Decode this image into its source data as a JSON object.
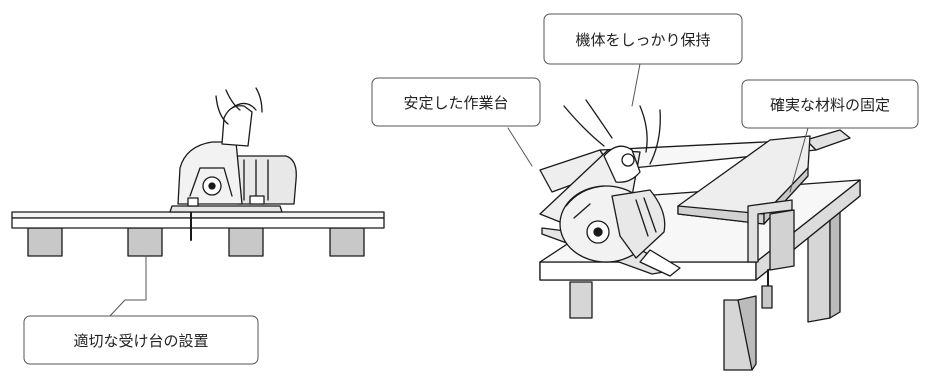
{
  "callouts": {
    "stable_workbench": "安定した作業台",
    "hold_tool_firmly": "機体をしっかり保持",
    "secure_clamping": "確実な材料の固定",
    "proper_support": "適切な受け台の設置"
  },
  "colors": {
    "outline": "#1a1a1a",
    "wood_top": "#f4f4f4",
    "wood_side": "#d6d6d6",
    "support_block": "#c8c8c8",
    "callout_fill": "#ffffff",
    "callout_stroke": "#555555"
  }
}
